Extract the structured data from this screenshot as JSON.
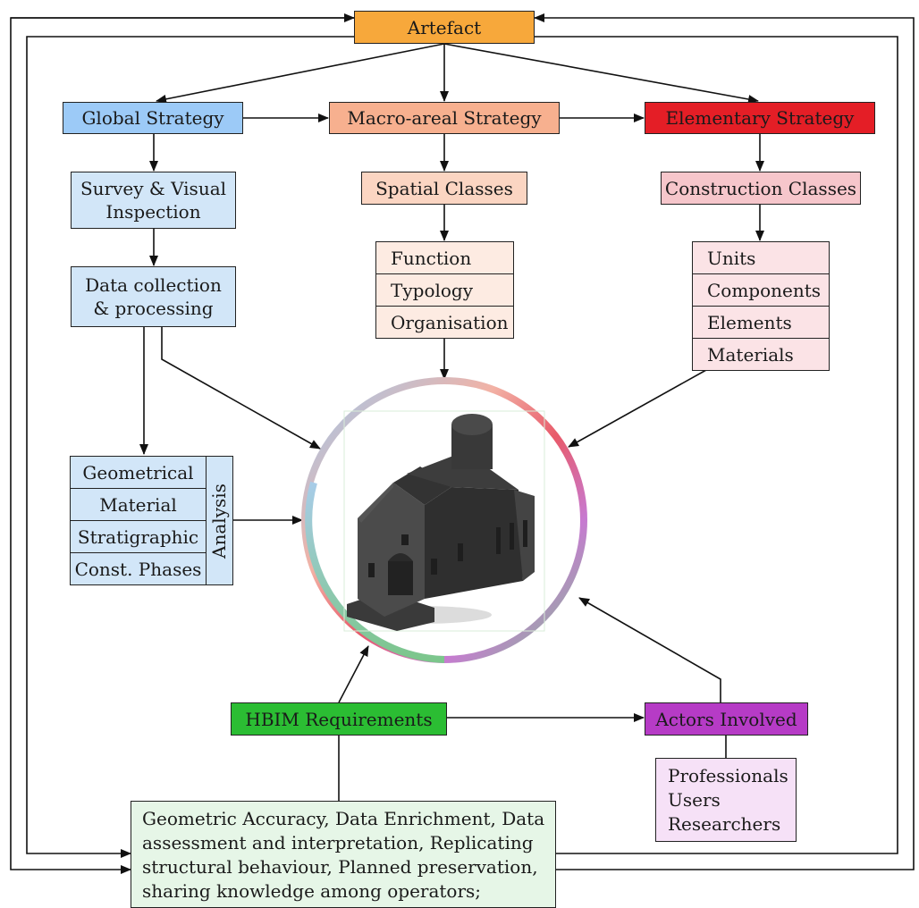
{
  "nodes": {
    "artefact": "Artefact",
    "global_strategy": "Global Strategy",
    "macro_strategy": "Macro-areal Strategy",
    "elementary_strategy": "Elementary Strategy",
    "survey": "Survey & Visual\nInspection",
    "data_collection": "Data collection\n& processing",
    "spatial_classes": "Spatial Classes",
    "construction_classes": "Construction Classes",
    "hbim_requirements": "HBIM Requirements",
    "actors_involved": "Actors Involved"
  },
  "spatial_list": [
    "Function",
    "Typology",
    "Organisation"
  ],
  "construction_list": [
    "Units",
    "Components",
    "Elements",
    "Materials"
  ],
  "analysis": {
    "label": "Analysis",
    "items": [
      "Geometrical",
      "Material",
      "Stratigraphic",
      "Const. Phases"
    ]
  },
  "actors_list": "Professionals\nUsers\nResearchers",
  "requirements_text": "Geometric Accuracy, Data Enrichment, Data\nassessment and interpretation, Replicating\nstructural behaviour, Planned preservation,\nsharing knowledge among operators;",
  "colors": {
    "artefact": "#f7a83b",
    "global_strategy": "#9ccaf7",
    "macro_strategy": "#f7b08f",
    "elementary_strategy": "#e41e26",
    "blue_light": "#d2e6f8",
    "peach_light": "#fbd5c2",
    "peach_lighter": "#fdebe2",
    "pink_light": "#f6c6cb",
    "pink_lighter": "#fbe3e6",
    "hbim": "#2bbd33",
    "actors": "#b63bc6",
    "actors_light": "#f6e1f7",
    "requirements_light": "#e6f6e7"
  }
}
